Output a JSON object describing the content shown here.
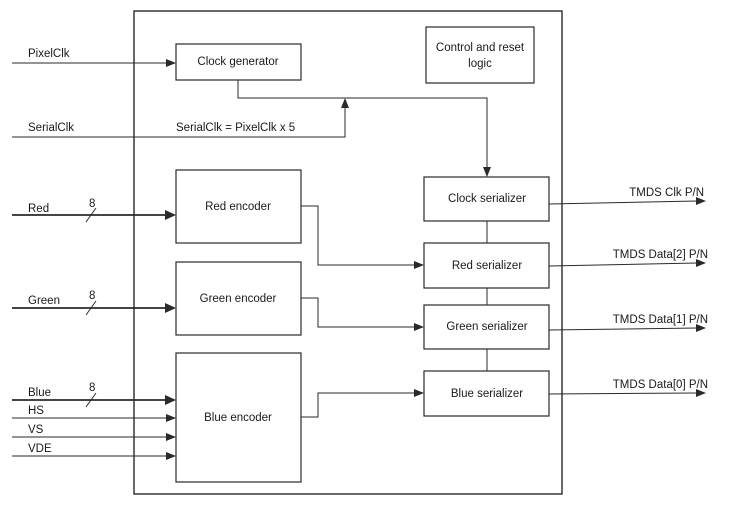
{
  "blocks": {
    "clock_generator": "Clock generator",
    "control_reset_line1": "Control and reset",
    "control_reset_line2": "logic",
    "red_encoder": "Red encoder",
    "green_encoder": "Green encoder",
    "blue_encoder": "Blue encoder",
    "clock_serializer": "Clock serializer",
    "red_serializer": "Red serializer",
    "green_serializer": "Green serializer",
    "blue_serializer": "Blue serializer"
  },
  "inputs": {
    "pixel_clk": "PixelClk",
    "serial_clk": "SerialClk",
    "red": "Red",
    "green": "Green",
    "blue": "Blue",
    "hs": "HS",
    "vs": "VS",
    "vde": "VDE"
  },
  "bus_widths": {
    "red": "8",
    "green": "8",
    "blue": "8"
  },
  "annotations": {
    "serial_clk_relation": "SerialClk = PixelClk x 5"
  },
  "outputs": {
    "tmds_clk": "TMDS Clk P/N",
    "tmds_data2": "TMDS Data[2] P/N",
    "tmds_data1": "TMDS Data[1] P/N",
    "tmds_data0": "TMDS Data[0] P/N"
  }
}
